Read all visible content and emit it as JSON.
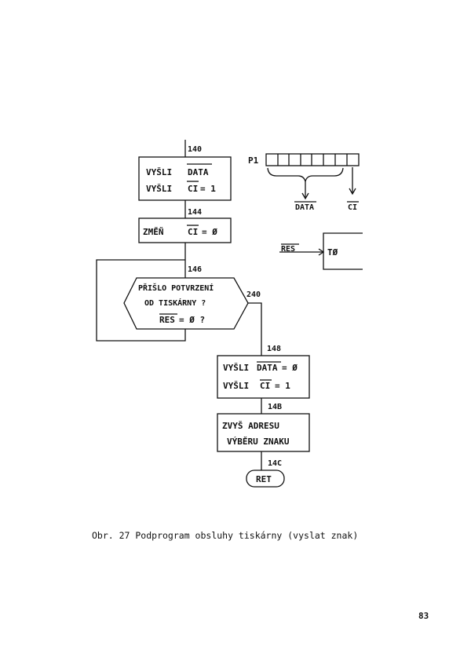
{
  "flowchart": {
    "labels": {
      "l140": "140",
      "l144": "144",
      "l146": "146",
      "l240": "240",
      "l148": "148",
      "l14B": "14B",
      "l14C": "14C"
    },
    "box1": {
      "line1": "VYŠLI",
      "line1b": "DATA",
      "line2": "VYŠLI",
      "line2b": "CI",
      "line2c": "= 1"
    },
    "box2": {
      "text": "ZMĚŇ",
      "textb": "CI",
      "textc": "= Ø"
    },
    "decision": {
      "line1": "PŘIŠLO POTVRZENÍ",
      "line2": "OD TISKÁRNY ?",
      "line3": "RES",
      "line3b": "= Ø ?"
    },
    "box3": {
      "line1": "VYŠLI",
      "line1b": "DATA",
      "line1c": "= Ø",
      "line2": "VYŠLI",
      "line2b": "CI",
      "line2c": "= 1"
    },
    "box4": {
      "line1": "ZVYŠ ADRESU",
      "line2": "VÝBĚRU ZNAKU"
    },
    "terminal": {
      "text": "RET"
    },
    "port": {
      "name": "P1",
      "data_label": "DATA",
      "ci_label": "CI",
      "cells": 8
    },
    "res_block": {
      "input": "RES",
      "output": "TØ"
    }
  },
  "caption": "Obr. 27 Podprogram obsluhy tiskárny (vyslat znak)",
  "page_number": "83"
}
